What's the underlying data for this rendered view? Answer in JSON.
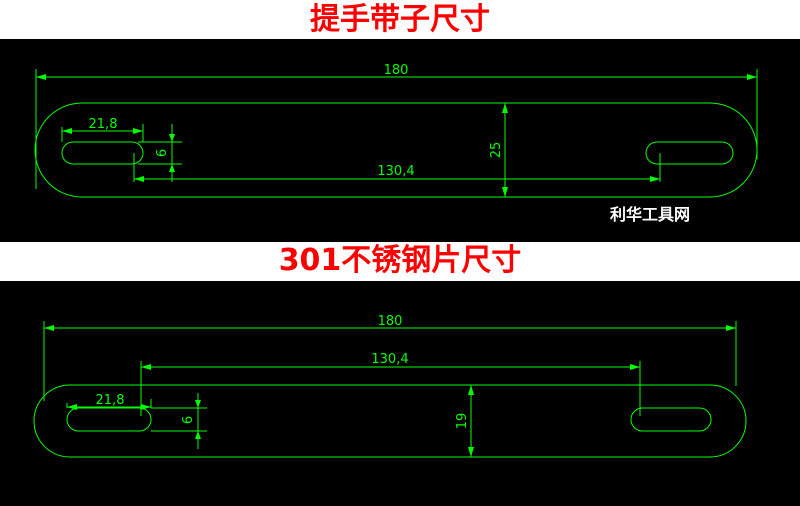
{
  "titles": {
    "strap": "提手带子尺寸",
    "plate": "301不锈钢片尺寸"
  },
  "watermark": "利华工具网",
  "colors": {
    "title": "#ff0000",
    "drawing_background": "#000000",
    "dimension_lines": "#00ff00",
    "watermark": "#ffffff"
  },
  "strap_drawing": {
    "overall_length": "180",
    "hole_length": "21,8",
    "hole_width": "6",
    "hole_spacing": "130,4",
    "height": "25"
  },
  "plate_drawing": {
    "overall_length": "180",
    "hole_spacing": "130,4",
    "hole_length": "21,8",
    "hole_width": "6",
    "height": "19"
  }
}
